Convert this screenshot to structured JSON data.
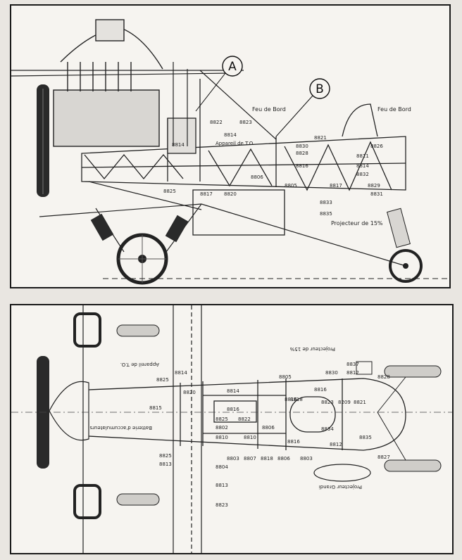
{
  "top_view": {
    "callouts": [
      {
        "id": "A",
        "text": "A"
      },
      {
        "id": "B",
        "text": "B"
      }
    ],
    "labels": [
      "Feu de Bord",
      "Feu de Bord",
      "8822",
      "8823",
      "8814",
      "Appareil de T.O.",
      "8814",
      "8821",
      "8830",
      "8828",
      "8826",
      "8811",
      "8816",
      "8814",
      "8832",
      "8806",
      "8805",
      "8817",
      "8829",
      "8825",
      "8817",
      "8820",
      "8833",
      "8831",
      "8835",
      "Projecteur de 15%"
    ]
  },
  "bottom_view": {
    "labels": [
      "Appareil de T.O.",
      "8814",
      "8825",
      "8805",
      "8830",
      "8812",
      "8837",
      "Projecteur de 15%",
      "8828",
      "8814",
      "8816",
      "8816",
      "8816",
      "8815",
      "8820",
      "8825",
      "8822",
      "8802",
      "8810",
      "8810",
      "8806",
      "8818",
      "8821",
      "8209",
      "8823",
      "8834",
      "8835",
      "Batterie d'accumulateurs",
      "8816",
      "8825",
      "8813",
      "8804",
      "8803",
      "8807",
      "8818",
      "8806",
      "8803",
      "8812",
      "8813",
      "8823",
      "Projecteur Grandi",
      "8827"
    ]
  }
}
